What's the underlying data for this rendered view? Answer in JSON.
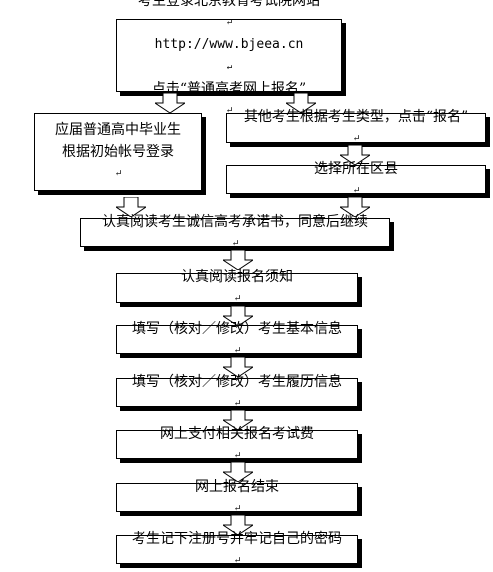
{
  "steps": {
    "login_site": {
      "line1": "考生登录北京教育考试院网站",
      "line2": "http://www.bjeea.cn",
      "line3": "点击“普通高考网上报名”"
    },
    "graduate_login": {
      "line1": "应届普通高中毕业生",
      "line2": "根据初始帐号登录"
    },
    "other_type": {
      "line1": "其他考生根据考生类型，点击“报名”"
    },
    "select_district": {
      "line1": "选择所在区县"
    },
    "read_pledge": {
      "line1": "认真阅读考生诚信高考承诺书，同意后继续"
    },
    "read_notice": {
      "line1": "认真阅读报名须知"
    },
    "basic_info": {
      "line1": "填写（核对／修改）考生基本信息"
    },
    "resume_info": {
      "line1": "填写（核对／修改）考生履历信息"
    },
    "pay_fee": {
      "line1": "网上支付相关报名考试费"
    },
    "finish": {
      "line1": "网上报名结束"
    },
    "remember": {
      "line1": "考生记下注册号并牢记自己的密码"
    }
  },
  "paragraph_mark": "↵"
}
